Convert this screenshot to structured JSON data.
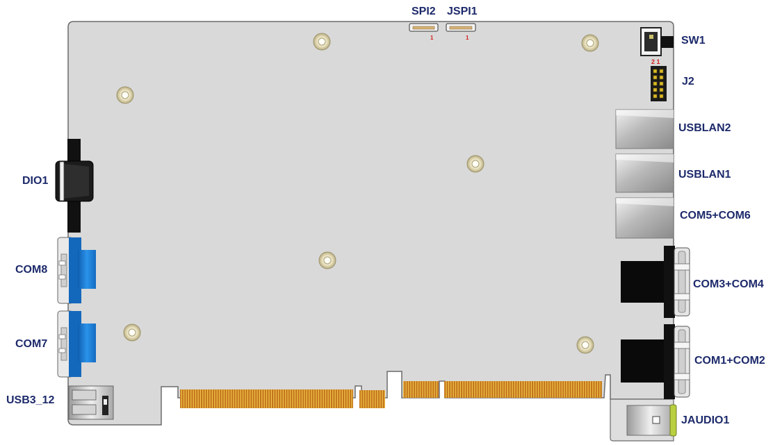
{
  "labels": {
    "spi2": "SPI2",
    "jspi1": "JSPI1",
    "sw1": "SW1",
    "j2": "J2",
    "usblan2": "USBLAN2",
    "usblan1": "USBLAN1",
    "com56": "COM5+COM6",
    "com34": "COM3+COM4",
    "com12": "COM1+COM2",
    "jaudio1": "JAUDIO1",
    "dio1": "DIO1",
    "com8": "COM8",
    "com7": "COM7",
    "usb3_12": "USB3_12"
  },
  "pin_marks": {
    "spi2_pin": "1",
    "jspi1_pin": "1",
    "j2_pins": "2 1"
  },
  "colors": {
    "board": "#d9d9d9",
    "board_edge": "#6b6b6b",
    "label": "#1d2a6b",
    "gold_finger": "#c0721f",
    "com_blue": "#1e7fd6",
    "pin_red": "#d21e1e"
  }
}
